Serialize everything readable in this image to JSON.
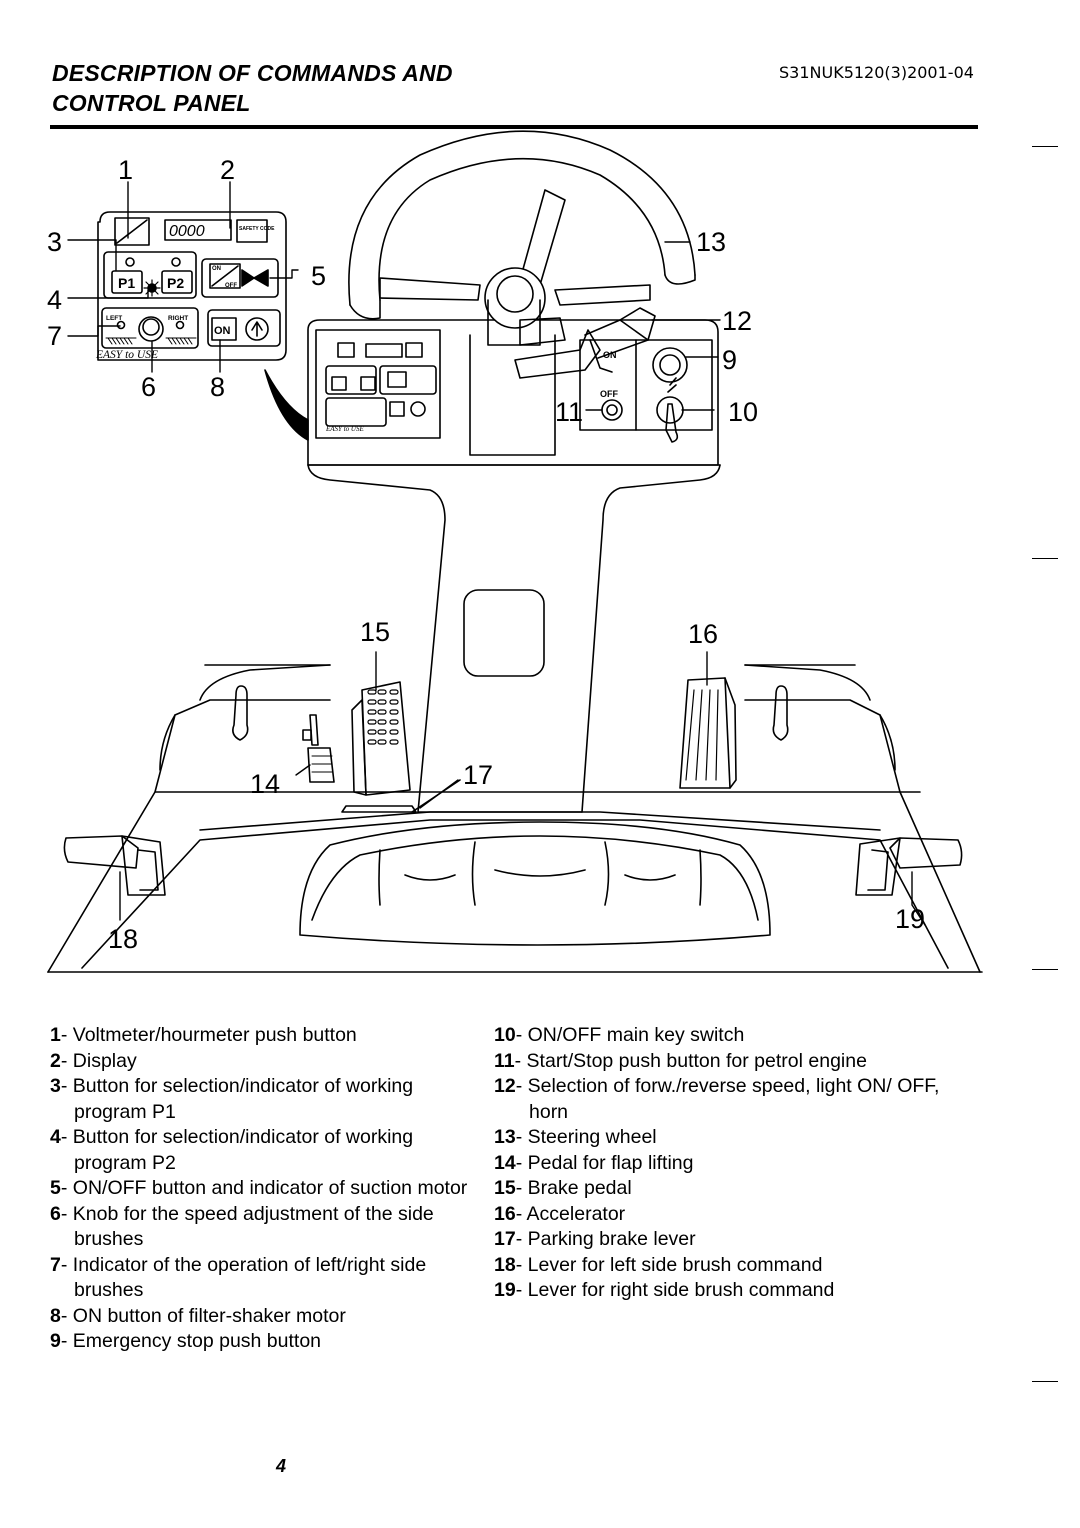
{
  "header": {
    "title_line1": "DESCRIPTION OF COMMANDS AND",
    "title_line2": "CONTROL PANEL",
    "doc_code": "S31NUK5120(3)2001-04"
  },
  "panel_text": {
    "display": "0000",
    "safety_code": "SAFETY CODE",
    "p1": "P1",
    "p2": "P2",
    "on": "ON",
    "off": "OFF",
    "left": "LEFT",
    "right": "RIGHT",
    "easy_to_use": "EASY to USE"
  },
  "callouts": {
    "c1": "1",
    "c2": "2",
    "c3": "3",
    "c4": "4",
    "c5": "5",
    "c6": "6",
    "c7": "7",
    "c8": "8",
    "c9": "9",
    "c10": "10",
    "c11": "11",
    "c12": "12",
    "c13": "13",
    "c14": "14",
    "c15": "15",
    "c16": "16",
    "c17": "17",
    "c18": "18",
    "c19": "19"
  },
  "legend_left": [
    {
      "num": "1",
      "text": "Voltmeter/hourmeter push button"
    },
    {
      "num": "2",
      "text": "Display"
    },
    {
      "num": "3",
      "text": "Button for selection/indicator of working program P1"
    },
    {
      "num": "4",
      "text": "Button for selection/indicator of working program P2"
    },
    {
      "num": "5",
      "text": "ON/OFF button and indicator of suction motor"
    },
    {
      "num": "6",
      "text": "Knob for the speed adjustment of the side brushes"
    },
    {
      "num": "7",
      "text": "Indicator of the operation of left/right side brushes"
    },
    {
      "num": "8",
      "text": "ON button of filter-shaker motor"
    },
    {
      "num": "9",
      "text": "Emergency stop push button"
    }
  ],
  "legend_right": [
    {
      "num": "10",
      "text": "ON/OFF main key switch"
    },
    {
      "num": "11",
      "text": "Start/Stop push button for petrol engine"
    },
    {
      "num": "12",
      "text": "Selection of forw./reverse speed, light ON/ OFF, horn"
    },
    {
      "num": "13",
      "text": "Steering wheel"
    },
    {
      "num": "14",
      "text": "Pedal for flap lifting"
    },
    {
      "num": "15",
      "text": "Brake pedal"
    },
    {
      "num": "16",
      "text": "Accelerator"
    },
    {
      "num": "17",
      "text": "Parking brake lever"
    },
    {
      "num": "18",
      "text": "Lever for left side brush command"
    },
    {
      "num": "19",
      "text": "Lever for right side brush command"
    }
  ],
  "page_number": "4"
}
